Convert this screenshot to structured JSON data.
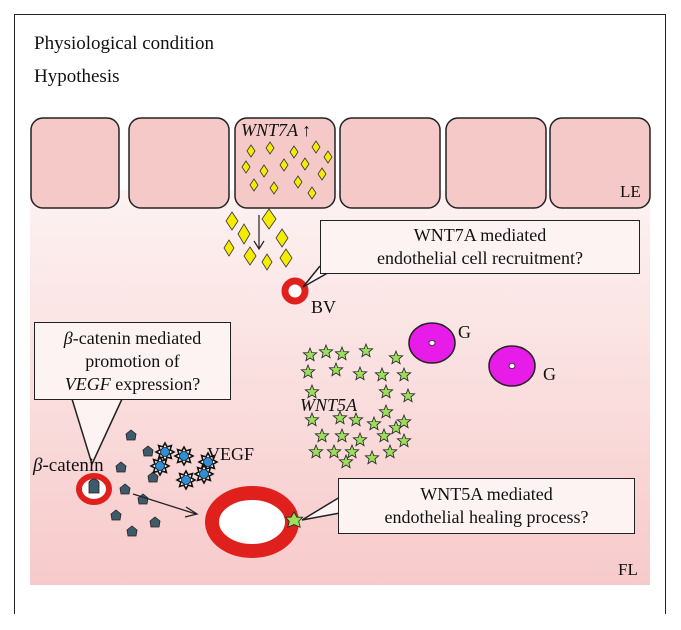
{
  "header": {
    "title": "Physiological condition",
    "subtitle": "Hypothesis"
  },
  "labels": {
    "wnt7a_up": "WNT7A ↑",
    "le": "LE",
    "fl": "FL",
    "bv": "BV",
    "g1": "G",
    "g2": "G",
    "wnt5a": "WNT5A",
    "vegf": "VEGF",
    "beta_catenin_prefix": "β",
    "beta_catenin_suffix": "-catenin"
  },
  "callouts": {
    "wnt7a": {
      "line1": "WNT7A mediated",
      "line2": "endothelial cell recruitment?"
    },
    "beta_catenin": {
      "line1_prefix": "β",
      "line1_suffix": "-catenin mediated",
      "line2": "promotion of",
      "line3_italic": "VEGF",
      "line3_rest": " expression?"
    },
    "wnt5a": {
      "line1": "WNT5A mediated",
      "line2": "endothelial healing process?"
    }
  },
  "colors": {
    "cell_fill": "#f6c9c9",
    "tissue_top": "#fdeeee",
    "tissue_bottom": "#f7caca",
    "vessel_red": "#e0201c",
    "gland_magenta": "#e81ce8",
    "diamond_yellow": "#f5ec00",
    "star_green": "#9be05a",
    "vegf_blue": "#2e8fd8",
    "pentagon_slate": "#3f5a6a"
  }
}
